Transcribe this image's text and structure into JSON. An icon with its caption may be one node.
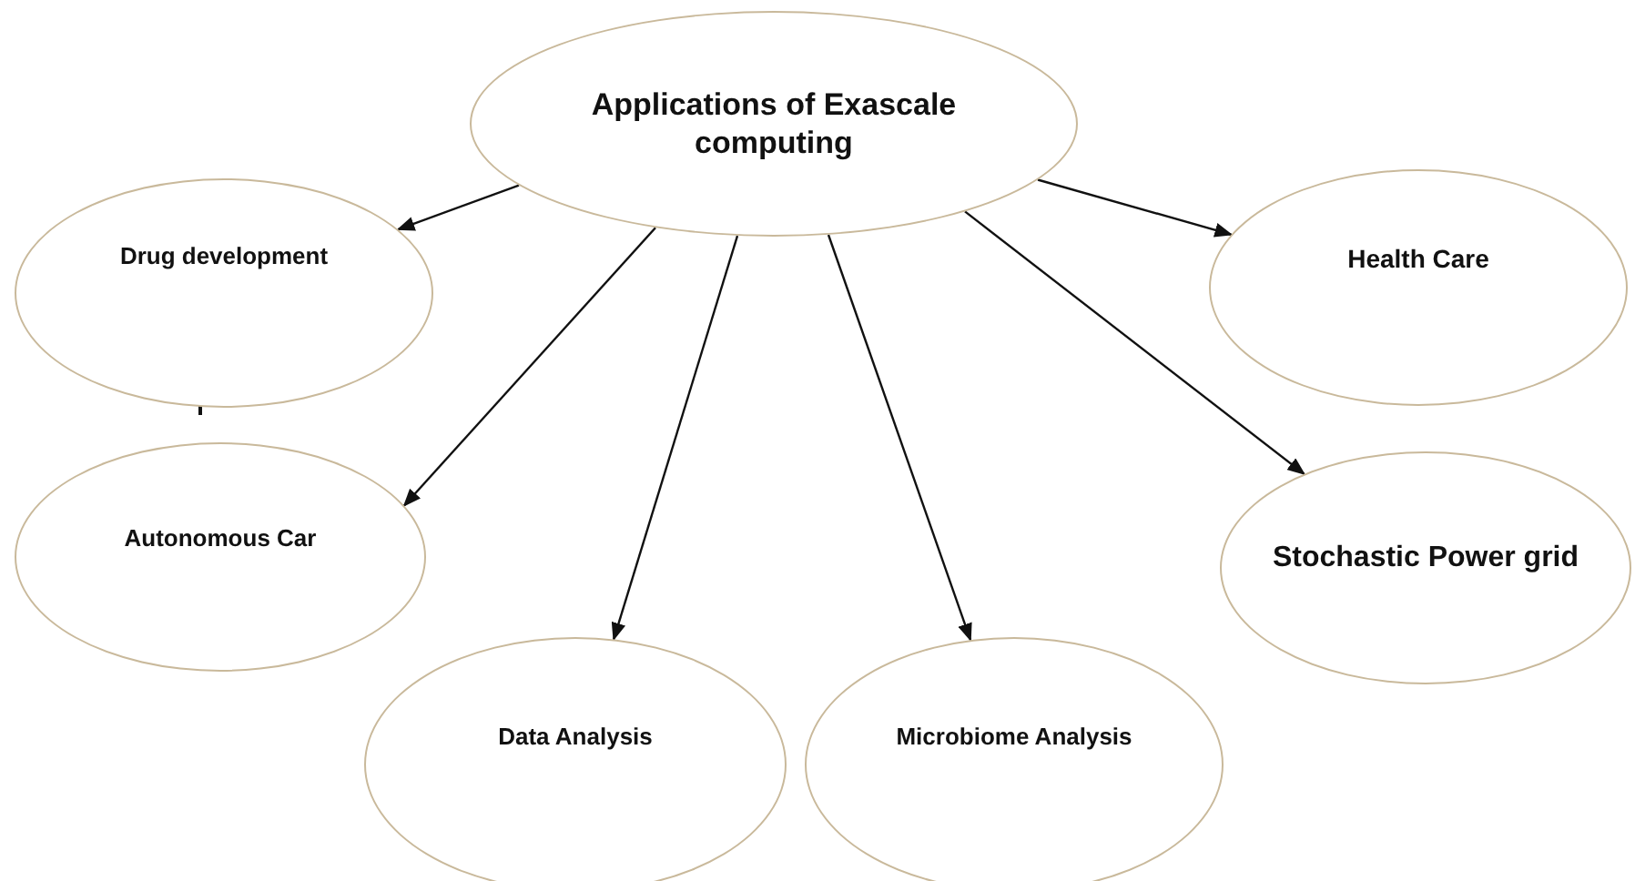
{
  "diagram": {
    "nodes": [
      {
        "text": [
          "Applications of Exascale computing"
        ]
      },
      {
        "text": [
          "Drug development"
        ]
      },
      {
        "text": [
          "Health Care"
        ]
      },
      {
        "text": [
          "Autonomous Car"
        ]
      },
      {
        "text": [
          "Stochastic Power grid"
        ]
      },
      {
        "text": [
          "Data Analysis"
        ]
      },
      {
        "text": [
          "Microbiome Analysis"
        ]
      }
    ],
    "edges": [
      {
        "from": 0,
        "to": 1,
        "arrow": "to"
      },
      {
        "from": 0,
        "to": 2,
        "arrow": "to"
      },
      {
        "from": 0,
        "to": 3,
        "arrow": "to"
      },
      {
        "from": 0,
        "to": 4,
        "arrow": "to"
      },
      {
        "from": 0,
        "to": 5,
        "arrow": "to"
      },
      {
        "from": 0,
        "to": 6,
        "arrow": "to"
      }
    ]
  }
}
